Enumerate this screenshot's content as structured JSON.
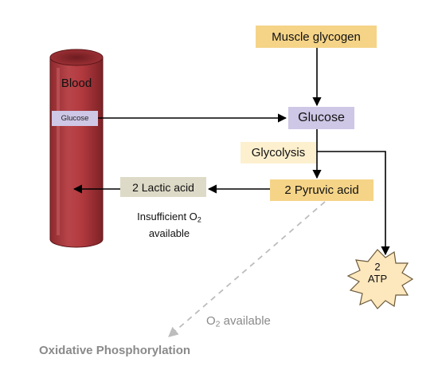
{
  "blood_vessel": {
    "label": "Blood",
    "color": "#b23a3f"
  },
  "glucose_tag": {
    "label": "Glucose"
  },
  "nodes": {
    "muscle_glycogen": "Muscle glycogen",
    "glucose": "Glucose",
    "glycolysis": "Glycolysis",
    "pyruvic_acid": "2 Pyruvic acid",
    "lactic_acid": "2 Lactic acid"
  },
  "conditions": {
    "insufficient_prefix": "Insufficient O",
    "insufficient_sub": "2",
    "insufficient_suffix": "available",
    "o2_prefix": "O",
    "o2_sub": "2",
    "o2_suffix": " available"
  },
  "atp": {
    "count": "2",
    "label": "ATP"
  },
  "oxidative": "Oxidative Phosphorylation",
  "colors": {
    "glucose_purple": "#cfc7e6",
    "yellow_box": "#f5d488",
    "pale_yellow": "#fdf0cf",
    "gray_box": "#dddac7",
    "muted_text": "#8a8a8a"
  }
}
